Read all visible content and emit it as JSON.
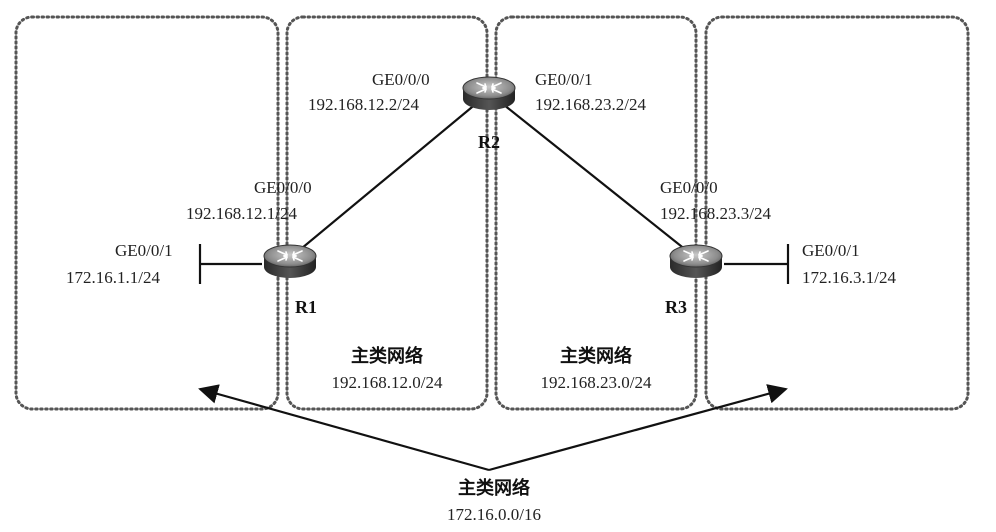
{
  "routers": [
    {
      "name": "R1"
    },
    {
      "name": "R2"
    },
    {
      "name": "R3"
    }
  ],
  "interfaces": {
    "r1_ge000_name": "GE0/0/0",
    "r1_ge000_ip": "192.168.12.1/24",
    "r1_ge001_name": "GE0/0/1",
    "r1_ge001_ip": "172.16.1.1/24",
    "r2_ge000_name": "GE0/0/0",
    "r2_ge000_ip": "192.168.12.2/24",
    "r2_ge001_name": "GE0/0/1",
    "r2_ge001_ip": "192.168.23.2/24",
    "r3_ge000_name": "GE0/0/0",
    "r3_ge000_ip": "192.168.23.3/24",
    "r3_ge001_name": "GE0/0/1",
    "r3_ge001_ip": "172.16.3.1/24"
  },
  "networks": {
    "net12": {
      "label": "主类网络",
      "cidr": "192.168.12.0/24"
    },
    "net23": {
      "label": "主类网络",
      "cidr": "192.168.23.0/24"
    },
    "net172": {
      "label": "主类网络",
      "cidr": "172.16.0.0/16"
    }
  }
}
